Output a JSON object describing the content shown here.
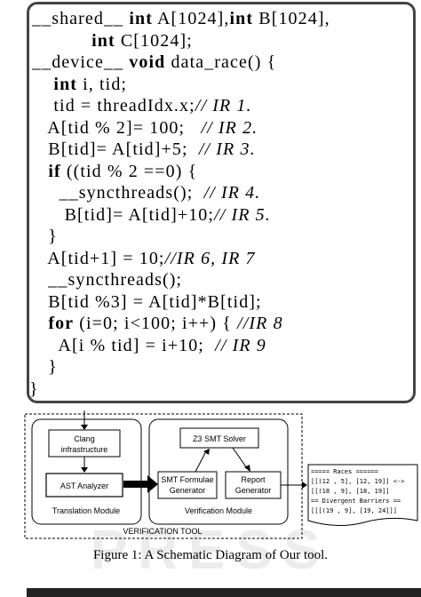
{
  "code": {
    "lines": [
      "__shared__ <b>int</b> A[1024],<b>int</b> B[1024],",
      "           <b>int</b> C[1024];",
      "__device__ <b>void</b> data_race() {",
      "    <b>int</b> i, tid;",
      "    tid = threadIdx.x;<i>// IR 1.</i>",
      "   A[tid % 2]= 100;   <i>// IR 2.</i>",
      "   B[tid]= A[tid]+5;  <i>// IR 3.</i>",
      "   <b>if</b> ((tid % 2 ==0) {",
      "     __syncthreads();  <i>// IR 4.</i>",
      "      B[tid]= A[tid]+10;<i>// IR 5.</i>",
      "   }",
      "   A[tid+1] = 10;<i>//IR 6, IR 7</i>",
      "   __syncthreads();",
      "   B[tid %3] = A[tid]*B[tid];",
      "   <b>for</b> (i=0; i<100; i++) { <i>//IR 8</i>",
      "     A[i % tid] = i+10;  <i>// IR 9</i>",
      "   }",
      "}"
    ]
  },
  "diagram": {
    "clang_line1": "Clang",
    "clang_line2": "infrastructure",
    "ast_analyzer": "AST Analyzer",
    "translation_module": "Translation Module",
    "z3_solver": "Z3 SMT Solver",
    "smt_line1": "SMT Formulae",
    "smt_line2": "Generator",
    "report_line1": "Report",
    "report_line2": "Generator",
    "verification_module": "Verification Module",
    "verification_tool": "VERIFICATION TOOL",
    "output": [
      "===== Races ======",
      "[[(12 , 5], [12, 19]] <->",
      "[[(18 , 9], [18, 19]]",
      "== Divergent Barriers ==",
      "[[[(19 , 9], [19, 24]]]"
    ]
  },
  "caption": "Figure 1: A Schematic Diagram of Our tool.",
  "watermark": "PRESS"
}
